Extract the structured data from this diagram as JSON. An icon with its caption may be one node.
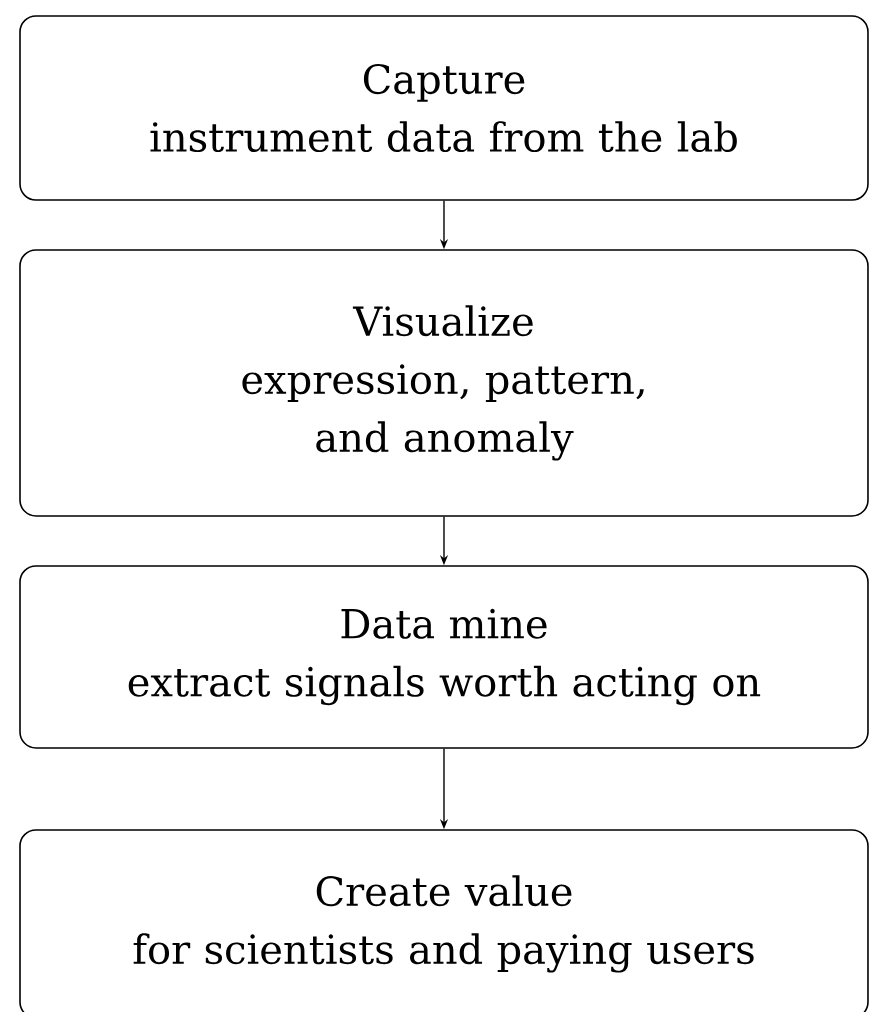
{
  "diagram": {
    "nodes": [
      {
        "text": [
          "Capture",
          "instrument data from the lab"
        ]
      },
      {
        "text": [
          "Visualize",
          "expression, pattern, and anomaly"
        ]
      },
      {
        "text": [
          "Data mine",
          "extract signals worth acting on"
        ]
      },
      {
        "text": [
          "Create value",
          "for scientists and paying users"
        ]
      }
    ],
    "edges": [
      {
        "from": 0,
        "to": 1,
        "arrow": "to"
      },
      {
        "from": 1,
        "to": 2,
        "arrow": "to"
      },
      {
        "from": 2,
        "to": 3,
        "arrow": "to"
      }
    ]
  }
}
